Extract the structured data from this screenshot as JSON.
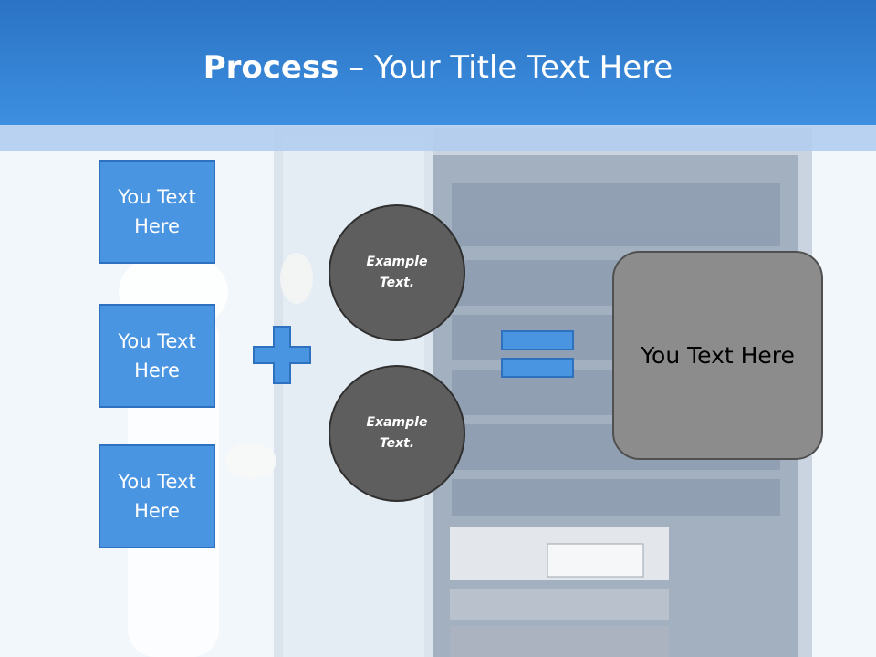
{
  "slide": {
    "title_bold": "Process",
    "title_rest": " – Your Title Text Here"
  },
  "inputs": [
    {
      "label": "You Text\nHere"
    },
    {
      "label": "You Text\nHere"
    },
    {
      "label": "You Text\nHere"
    }
  ],
  "circles": [
    {
      "label": "Example\nText."
    },
    {
      "label": "Example\nText."
    }
  ],
  "result": {
    "label": "You Text Here"
  },
  "colors": {
    "header": "#3a8ad9",
    "box": "#4a95e2",
    "circle": "#5e5e5e",
    "result": "#8c8c8c"
  },
  "icons": [
    "plus-icon",
    "equals-icon"
  ]
}
